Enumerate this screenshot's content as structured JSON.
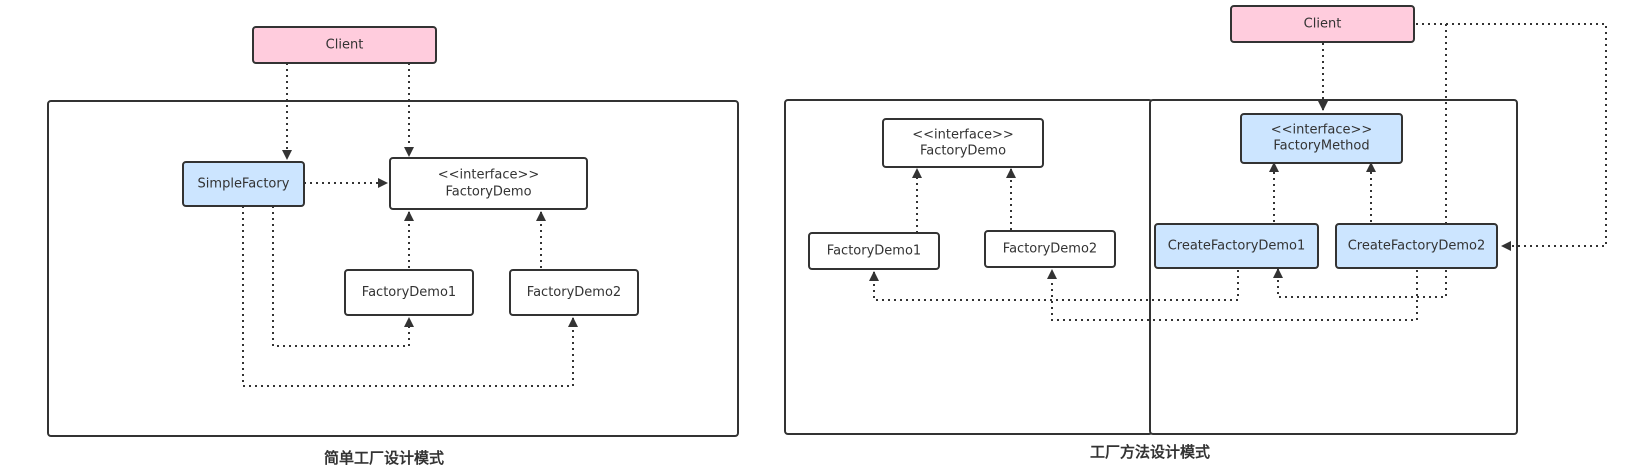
{
  "colors": {
    "client_fill": "#ffccdd",
    "highlight_fill": "#cce5ff",
    "plain_fill": "#ffffff",
    "stroke": "#333333"
  },
  "simple_factory": {
    "caption": "简单工厂设计模式",
    "client": "Client",
    "simple_factory": "SimpleFactory",
    "interface_stereotype": "<<interface>>",
    "interface_name": "FactoryDemo",
    "impl1": "FactoryDemo1",
    "impl2": "FactoryDemo2"
  },
  "factory_method": {
    "caption": "工厂方法设计模式",
    "client": "Client",
    "product_stereotype": "<<interface>>",
    "product_name": "FactoryDemo",
    "product_impl1": "FactoryDemo1",
    "product_impl2": "FactoryDemo2",
    "factory_stereotype": "<<interface>>",
    "factory_name": "FactoryMethod",
    "factory_impl1": "CreateFactoryDemo1",
    "factory_impl2": "CreateFactoryDemo2"
  }
}
